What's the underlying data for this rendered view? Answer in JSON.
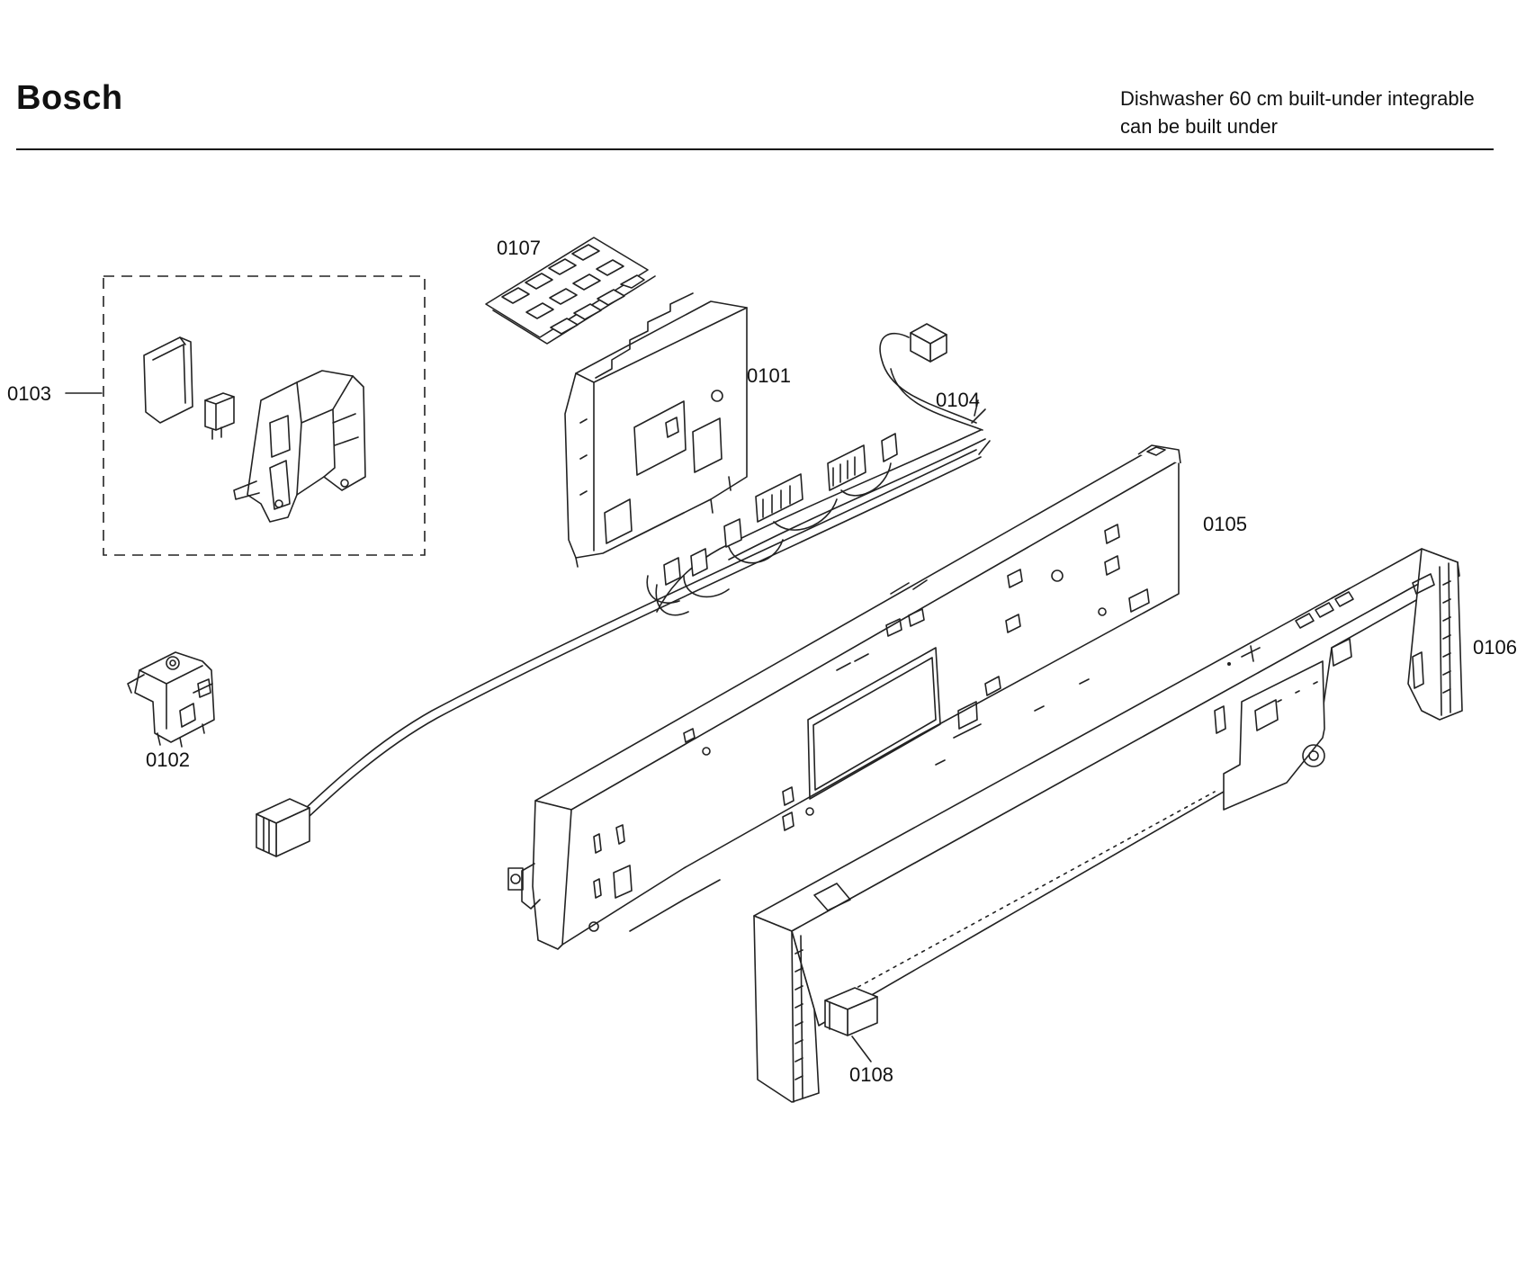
{
  "header": {
    "brand": "Bosch",
    "subtitle_line1": "Dishwasher 60 cm built-under integrable",
    "subtitle_line2": "can be built under"
  },
  "parts": [
    {
      "id": "0101"
    },
    {
      "id": "0102"
    },
    {
      "id": "0103"
    },
    {
      "id": "0104"
    },
    {
      "id": "0105"
    },
    {
      "id": "0106"
    },
    {
      "id": "0107"
    },
    {
      "id": "0108"
    }
  ]
}
